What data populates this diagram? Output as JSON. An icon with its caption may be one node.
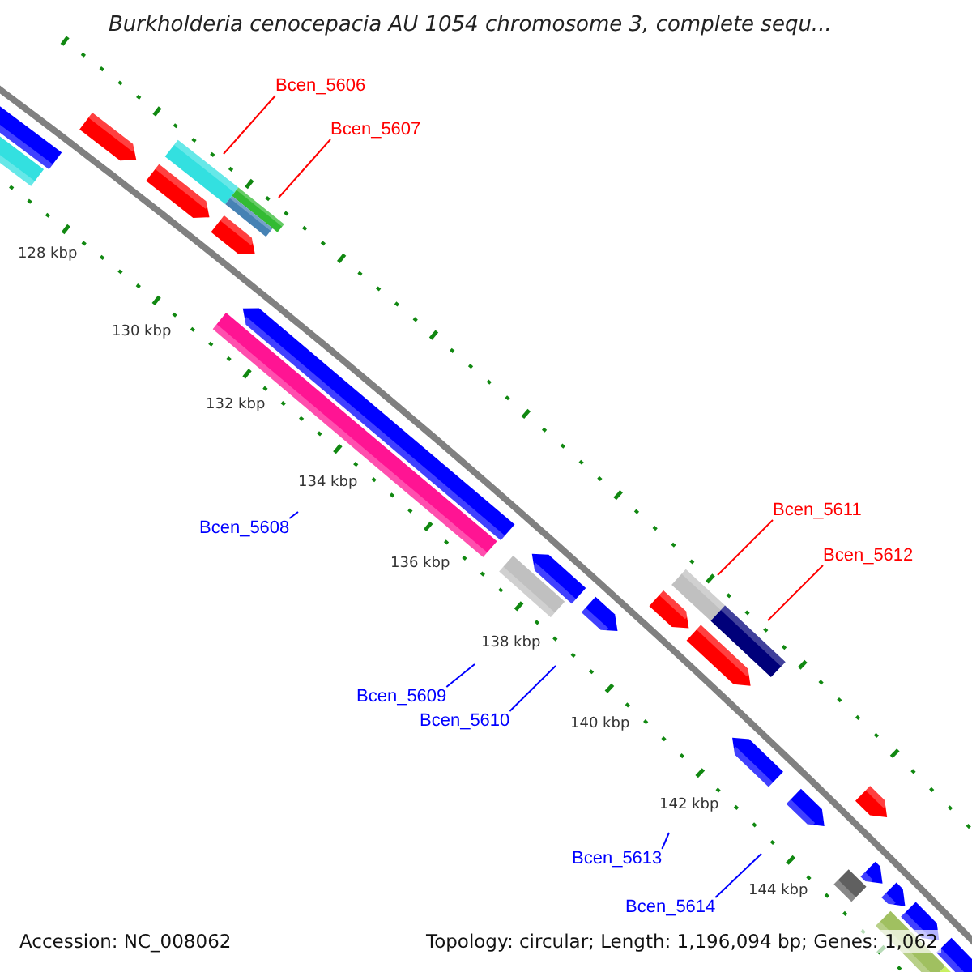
{
  "diagram": {
    "title": "Burkholderia cenocepacia AU 1054 chromosome 3, complete sequ...",
    "nodes": [
      {
        "text": [
          "Bcen_5606"
        ]
      },
      {
        "text": [
          "Bcen_5607"
        ]
      },
      {
        "text": [
          "Bcen_5608"
        ]
      },
      {
        "text": [
          "Bcen_5609"
        ]
      },
      {
        "text": [
          "Bcen_5610"
        ]
      },
      {
        "text": [
          "Bcen_5611"
        ]
      },
      {
        "text": [
          "Bcen_5612"
        ]
      },
      {
        "text": [
          "Bcen_5613"
        ]
      },
      {
        "text": [
          "Bcen_5614"
        ]
      }
    ],
    "edges": [
      {
        "from": 0,
        "to": null,
        "arrow": "none",
        "color": "#ff0000"
      },
      {
        "from": 1,
        "to": null,
        "arrow": "none",
        "color": "#ff0000"
      },
      {
        "from": 2,
        "to": null,
        "arrow": "none"
      },
      {
        "from": 3,
        "to": null,
        "arrow": "none"
      },
      {
        "from": 4,
        "to": null,
        "arrow": "none"
      },
      {
        "from": 5,
        "to": null,
        "arrow": "none",
        "color": "#ff0000"
      },
      {
        "from": 6,
        "to": null,
        "arrow": "none",
        "color": "#ff0000"
      },
      {
        "from": 7,
        "to": null,
        "arrow": "none"
      },
      {
        "from": 8,
        "to": null,
        "arrow": "none"
      }
    ],
    "labels": [
      "128 kbp",
      "130 kbp",
      "132 kbp",
      "134 kbp",
      "136 kbp",
      "138 kbp",
      "140 kbp",
      "142 kbp",
      "144 kbp",
      "Accession: NC_008062",
      "Topology: circular; Length: 1,196,094 bp; Genes: 1,062"
    ]
  }
}
